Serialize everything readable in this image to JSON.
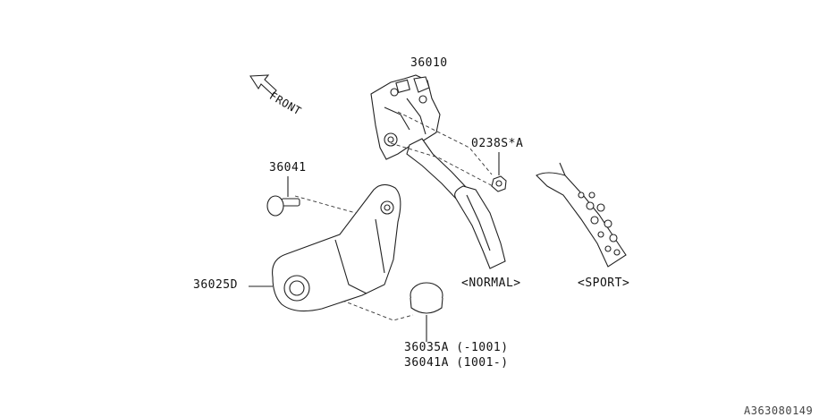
{
  "labels": {
    "pedal_assembly": "36010",
    "front_arrow": "FRONT",
    "clip": "36041",
    "bolt": "0238S*A",
    "stopper_bracket": "36025D",
    "normal": "<NORMAL>",
    "sport": "<SPORT>",
    "stopper_a": "36035A (-1001)",
    "stopper_b": "36041A (1001-)",
    "figure_code": "A363080149"
  }
}
